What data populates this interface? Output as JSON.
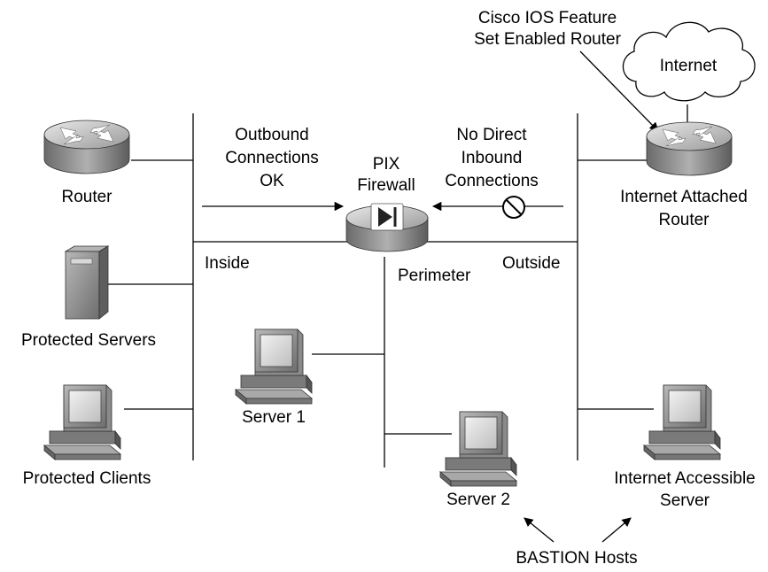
{
  "labels": {
    "cisco_ios_line1": "Cisco IOS Feature",
    "cisco_ios_line2": "Set Enabled Router",
    "internet": "Internet",
    "router": "Router",
    "outbound_line1": "Outbound",
    "outbound_line2": "Connections",
    "outbound_line3": "OK",
    "pix_line1": "PIX",
    "pix_line2": "Firewall",
    "no_direct_line1": "No Direct",
    "no_direct_line2": "Inbound",
    "no_direct_line3": "Connections",
    "internet_router_line1": "Internet Attached",
    "internet_router_line2": "Router",
    "inside": "Inside",
    "perimeter": "Perimeter",
    "outside": "Outside",
    "protected_servers": "Protected Servers",
    "server1": "Server 1",
    "protected_clients": "Protected Clients",
    "server2": "Server 2",
    "internet_accessible_line1": "Internet Accessible",
    "internet_accessible_line2": "Server",
    "bastion": "BASTION Hosts"
  }
}
